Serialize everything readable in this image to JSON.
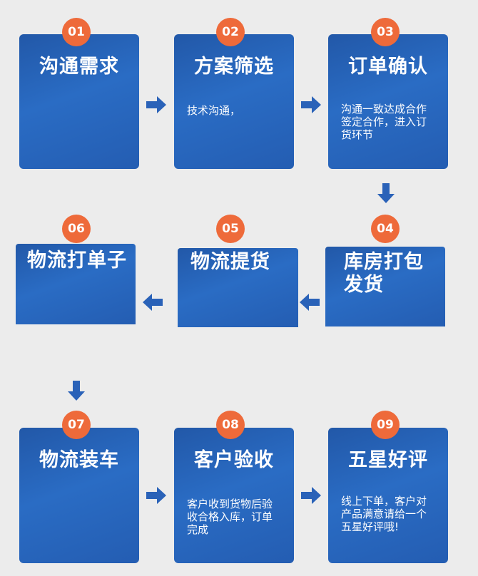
{
  "steps": [
    {
      "num": "01",
      "title": "沟通需求",
      "desc": ""
    },
    {
      "num": "02",
      "title": "方案筛选",
      "desc": "技术沟通，"
    },
    {
      "num": "03",
      "title": "订单确认",
      "desc": "沟通一致达成合作签定合作，进入订货环节"
    },
    {
      "num": "04",
      "title": "库房打包发货",
      "desc": ""
    },
    {
      "num": "05",
      "title": "物流提货",
      "desc": ""
    },
    {
      "num": "06",
      "title": "物流打单子",
      "desc": ""
    },
    {
      "num": "07",
      "title": "物流装车",
      "desc": ""
    },
    {
      "num": "08",
      "title": "客户验收",
      "desc": "客户收到货物后验收合格入库，订单完成"
    },
    {
      "num": "09",
      "title": "五星好评",
      "desc": "线上下单，客户对产品满意请给一个五星好评哦!"
    }
  ],
  "colors": {
    "box": "#2a62b8",
    "badge": "#ee6a3a",
    "arrow": "#2a62b8",
    "background": "#ececec"
  }
}
